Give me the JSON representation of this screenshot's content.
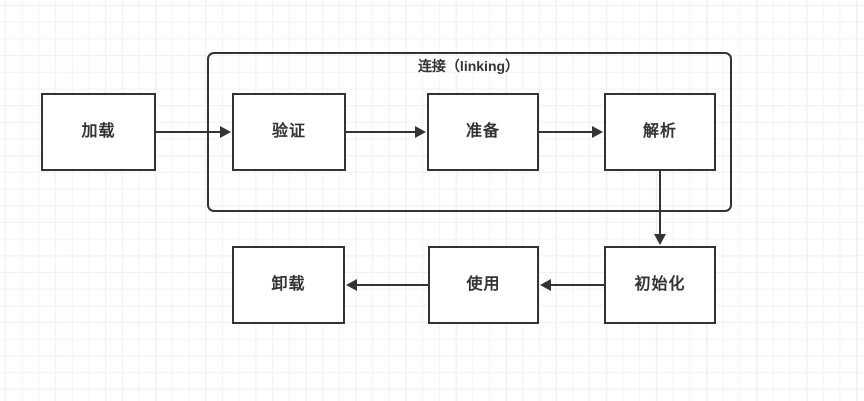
{
  "diagram": {
    "title_visible": false,
    "colors": {
      "background": "#ffffff",
      "grid_minor": "#f2f2f2",
      "grid_major": "#ebebeb",
      "stroke": "#333333",
      "node_fill": "#ffffff",
      "text": "#333333"
    },
    "group": {
      "label": "连接（linking）"
    },
    "nodes": [
      {
        "id": "load",
        "label": "加载"
      },
      {
        "id": "verify",
        "label": "验证"
      },
      {
        "id": "prepare",
        "label": "准备"
      },
      {
        "id": "resolve",
        "label": "解析"
      },
      {
        "id": "initialize",
        "label": "初始化"
      },
      {
        "id": "use",
        "label": "使用"
      },
      {
        "id": "unload",
        "label": "卸载"
      }
    ],
    "edges": [
      {
        "from": "load",
        "to": "verify",
        "direction": "right"
      },
      {
        "from": "verify",
        "to": "prepare",
        "direction": "right"
      },
      {
        "from": "prepare",
        "to": "resolve",
        "direction": "right"
      },
      {
        "from": "resolve",
        "to": "initialize",
        "direction": "down"
      },
      {
        "from": "initialize",
        "to": "use",
        "direction": "left"
      },
      {
        "from": "use",
        "to": "unload",
        "direction": "left"
      }
    ]
  }
}
